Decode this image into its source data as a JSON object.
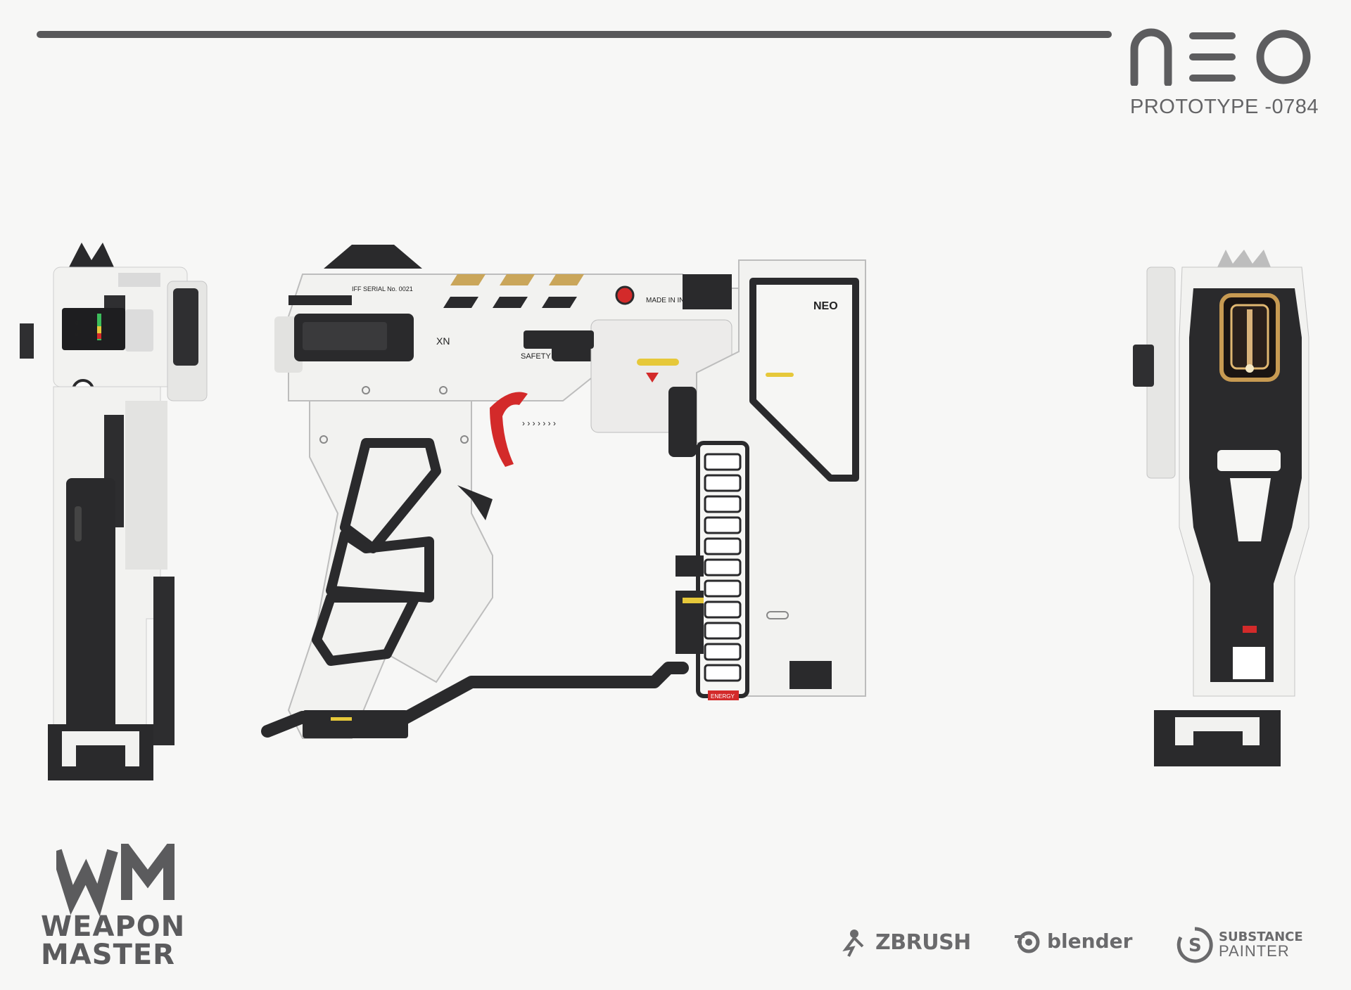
{
  "header": {
    "logo_text": "NEO",
    "subtitle": "PROTOTYPE -0784"
  },
  "markings": {
    "serial": "IFF SERIAL No. 0021",
    "made_in": "MADE IN INDIA",
    "safety": "SAFETY",
    "slide_logo": "NEO",
    "model_tag": "XN",
    "energy": "ENERGY",
    "chevrons": "› › › › › › ›"
  },
  "studio": {
    "line1": "WEAPON",
    "line2": "MASTER"
  },
  "tools": {
    "zbrush": "ZBRUSH",
    "blender": "blender",
    "substance_line1": "SUBSTANCE",
    "substance_line2": "PAINTER"
  },
  "colors": {
    "body_white": "#f2f2f0",
    "frame_black": "#2a2a2c",
    "trigger_red": "#d32a2a",
    "accent_yellow": "#e6c83a",
    "copper_glow": "#c79a52",
    "ui_gray": "#5b5b5d"
  },
  "icons": [
    "zbrush-icon",
    "blender-icon",
    "substance-painter-icon"
  ]
}
